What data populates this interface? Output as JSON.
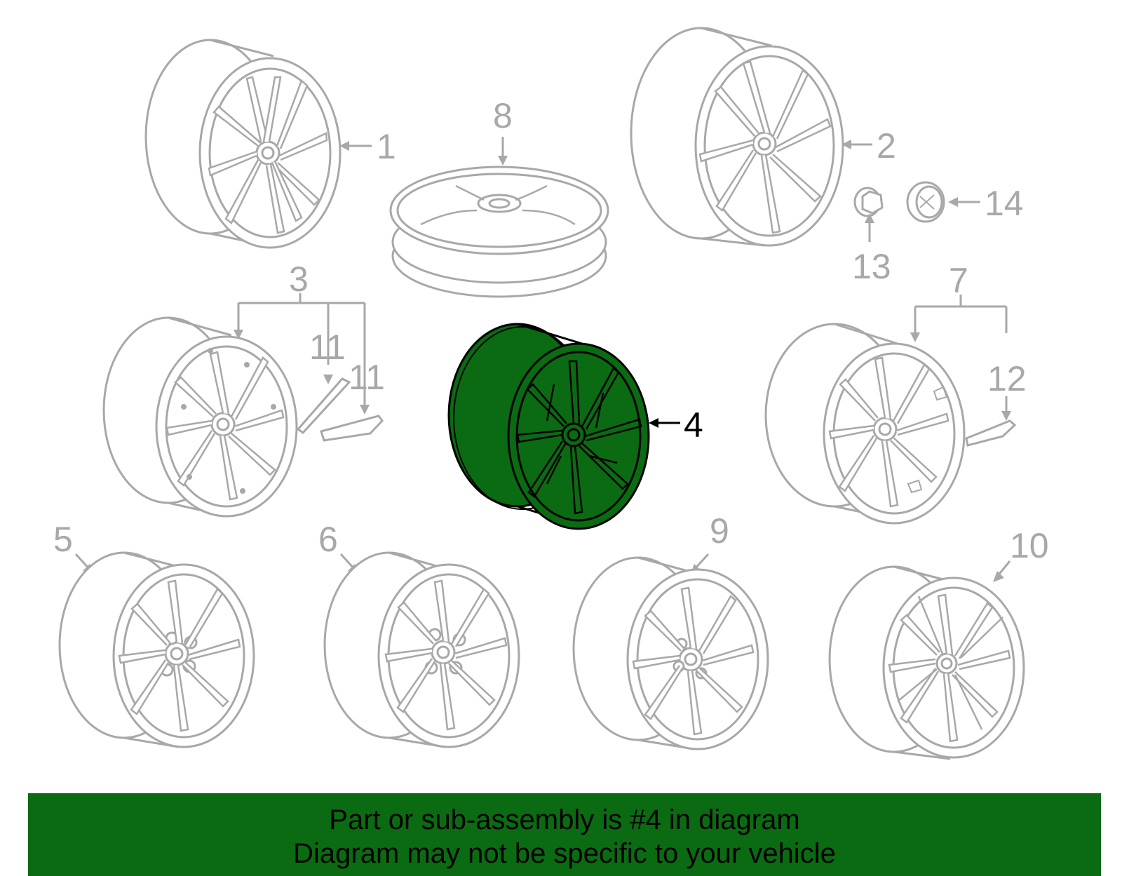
{
  "callouts": {
    "c1": "1",
    "c2": "2",
    "c3": "3",
    "c4": "4",
    "c5": "5",
    "c6": "6",
    "c7": "7",
    "c8": "8",
    "c9": "9",
    "c10": "10",
    "c11a": "11",
    "c11b": "11",
    "c12": "12",
    "c13": "13",
    "c14": "14"
  },
  "banner": {
    "line1": "Part or sub-assembly is #4 in diagram",
    "line2": "Diagram may not be specific to your vehicle"
  },
  "colors": {
    "highlight_fill": "#0b6b12",
    "banner_bg": "#0b6b12",
    "line_gray": "#a8a8a8",
    "highlight_stroke": "#000000"
  }
}
